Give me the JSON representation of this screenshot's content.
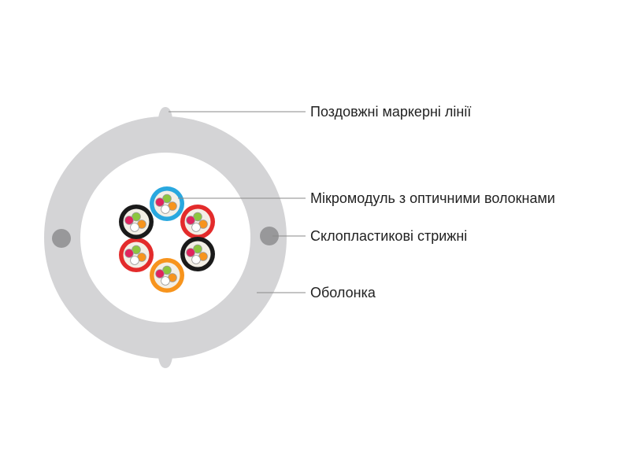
{
  "labels": {
    "marker_lines": "Поздовжні маркерні лінії",
    "micromodule": "Мікромодуль з оптичними волокнами",
    "rods": "Склопластикові стрижні",
    "sheath": "Оболонка"
  },
  "colors": {
    "sheath": "#d4d4d6",
    "rod": "#98989a",
    "leader": "#8a8a8a",
    "fiber_fill": "#f3efe6",
    "fiber_green": "#8cc63f",
    "fiber_red": "#e0245e",
    "fiber_orange": "#f7941d",
    "fiber_white": "#ffffff"
  },
  "micromodules": [
    {
      "tube_color": "#29a8df",
      "tube_name": "blue"
    },
    {
      "tube_color": "#e32b2b",
      "tube_name": "red"
    },
    {
      "tube_color": "#1a1a1a",
      "tube_name": "black"
    },
    {
      "tube_color": "#f7941d",
      "tube_name": "orange"
    },
    {
      "tube_color": "#e32b2b",
      "tube_name": "red"
    },
    {
      "tube_color": "#1a1a1a",
      "tube_name": "black"
    }
  ]
}
